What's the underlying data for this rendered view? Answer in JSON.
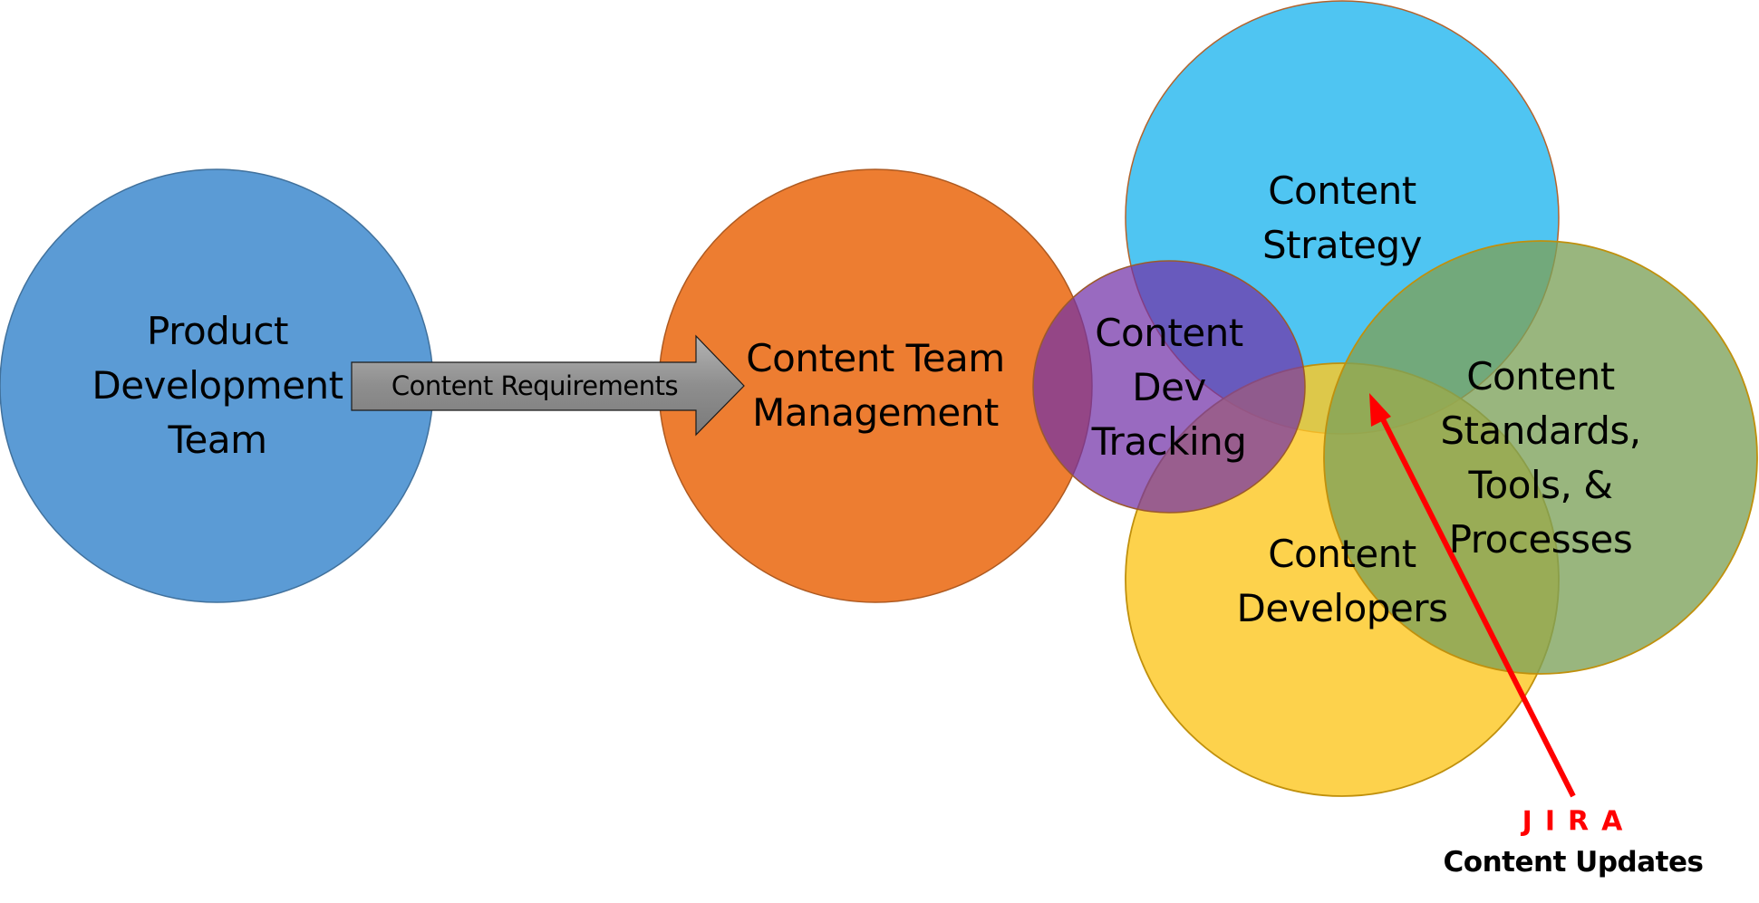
{
  "diagram": {
    "nodes": [
      {
        "id": "product-dev",
        "lines": [
          "Product",
          "Development",
          "Team"
        ],
        "color": "#5b9bd5"
      },
      {
        "id": "team-mgmt",
        "lines": [
          "Content Team",
          "Management"
        ],
        "color": "#ed7d31"
      },
      {
        "id": "strategy",
        "lines": [
          "Content",
          "Strategy"
        ],
        "color": "#4fc5f2"
      },
      {
        "id": "developers",
        "lines": [
          "Content",
          "Developers"
        ],
        "color": "#fcd24a"
      },
      {
        "id": "standards",
        "lines": [
          "Content",
          "Standards,",
          "Tools, &",
          "Processes"
        ],
        "color": "#8fab72"
      },
      {
        "id": "tracking",
        "lines": [
          "Content",
          "Dev",
          "Tracking"
        ],
        "color": "#7b3fa8"
      }
    ],
    "flow_arrow": {
      "label": "Content Requirements",
      "from": "product-dev",
      "to": "team-mgmt"
    },
    "callout": {
      "title": "JIRA",
      "subtitle": "Content Updates",
      "color": "#ff0000",
      "points_to": "intersection of Strategy, Developers and Standards"
    }
  }
}
